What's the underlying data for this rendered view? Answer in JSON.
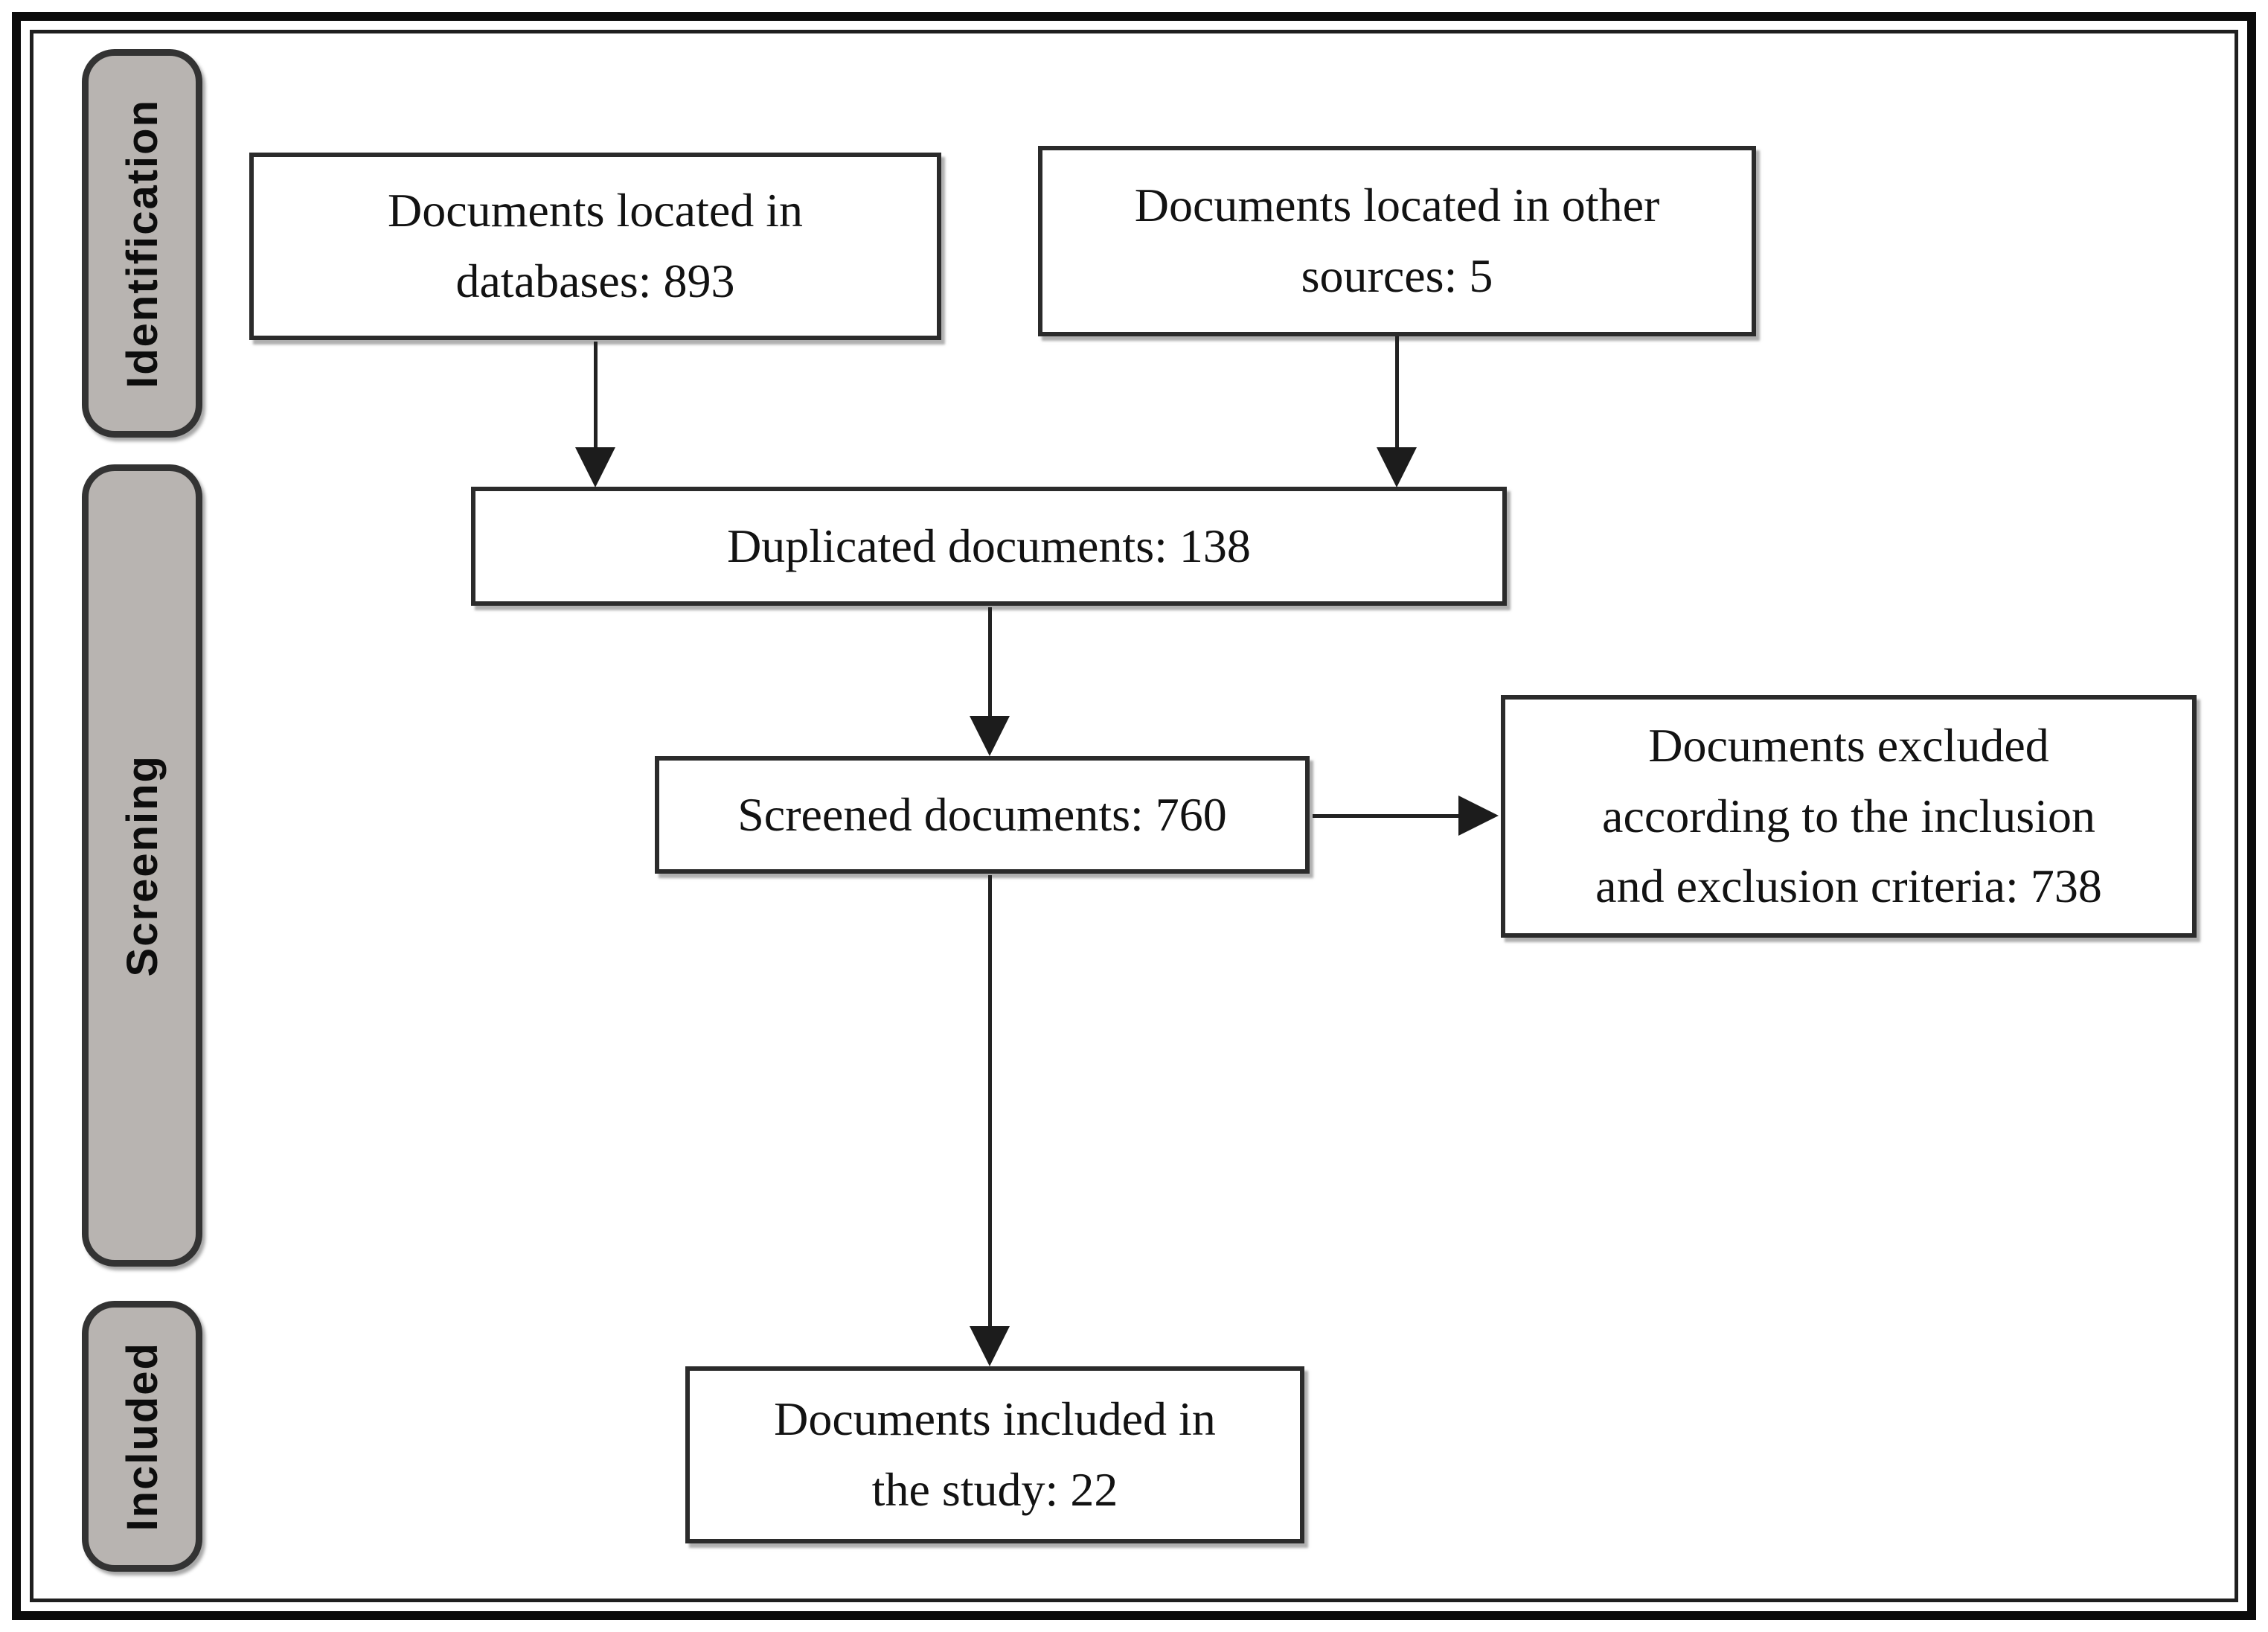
{
  "diagram": {
    "type": "prisma-flow",
    "colors": {
      "stage_tab_fill": "#b8b4b1",
      "stage_tab_border": "#333333",
      "box_border": "#2b2b2b",
      "arrow": "#1c1c1c",
      "frame": "#0b0b0b",
      "background": "#ffffff"
    },
    "stages": [
      {
        "label": "Identification"
      },
      {
        "label": "Screening"
      },
      {
        "label": "Included"
      }
    ],
    "boxes": [
      {
        "id": "databases",
        "text": "Documents located in databases: 893",
        "lines": [
          "Documents located in",
          "databases: 893"
        ],
        "count": 893
      },
      {
        "id": "other-sources",
        "text": "Documents located in other sources: 5",
        "lines": [
          "Documents located in other",
          "sources: 5"
        ],
        "count": 5
      },
      {
        "id": "duplicated",
        "text": "Duplicated documents: 138",
        "lines": [
          "Duplicated documents: 138"
        ],
        "count": 138
      },
      {
        "id": "screened",
        "text": "Screened documents: 760",
        "lines": [
          "Screened documents: 760"
        ],
        "count": 760
      },
      {
        "id": "excluded",
        "text": "Documents excluded according to the inclusion and exclusion criteria: 738",
        "lines": [
          "Documents excluded",
          "according to the inclusion",
          "and exclusion criteria: 738"
        ],
        "count": 738
      },
      {
        "id": "included",
        "text": "Documents included in the study: 22",
        "lines": [
          "Documents included in",
          "the study: 22"
        ],
        "count": 22
      }
    ],
    "arrows": [
      {
        "from": "databases",
        "to": "duplicated",
        "direction": "down"
      },
      {
        "from": "other-sources",
        "to": "duplicated",
        "direction": "down"
      },
      {
        "from": "duplicated",
        "to": "screened",
        "direction": "down"
      },
      {
        "from": "screened",
        "to": "excluded",
        "direction": "right"
      },
      {
        "from": "screened",
        "to": "included",
        "direction": "down"
      }
    ]
  }
}
